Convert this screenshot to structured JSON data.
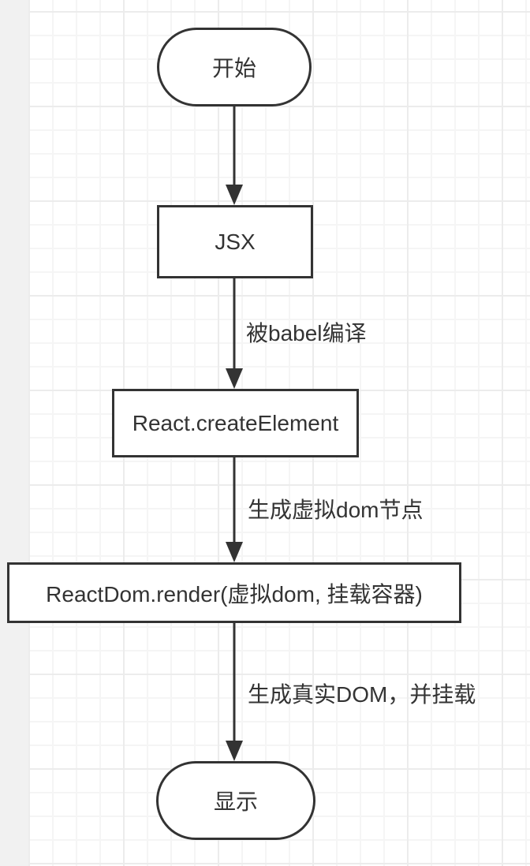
{
  "flowchart": {
    "nodes": [
      {
        "label": "开始",
        "shape": "stadium"
      },
      {
        "label": "JSX",
        "shape": "rect"
      },
      {
        "label": "React.createElement",
        "shape": "rect"
      },
      {
        "label": "ReactDom.render(虚拟dom, 挂载容器)",
        "shape": "rect"
      },
      {
        "label": "显示",
        "shape": "stadium"
      }
    ],
    "edges": [
      {
        "from": "开始",
        "to": "JSX",
        "label": ""
      },
      {
        "from": "JSX",
        "to": "React.createElement",
        "label": "被babel编译"
      },
      {
        "from": "React.createElement",
        "to": "ReactDom.render(虚拟dom, 挂载容器)",
        "label": "生成虚拟dom节点"
      },
      {
        "from": "ReactDom.render(虚拟dom, 挂载容器)",
        "to": "显示",
        "label": "生成真实DOM，并挂载"
      }
    ],
    "colors": {
      "stroke": "#333333",
      "node_fill": "#ffffff",
      "text": "#333333",
      "canvas_bg": "#ffffff",
      "grid_minor": "#f5f5f5",
      "grid_major": "#ececec",
      "left_margin": "#f1f1f1"
    }
  }
}
